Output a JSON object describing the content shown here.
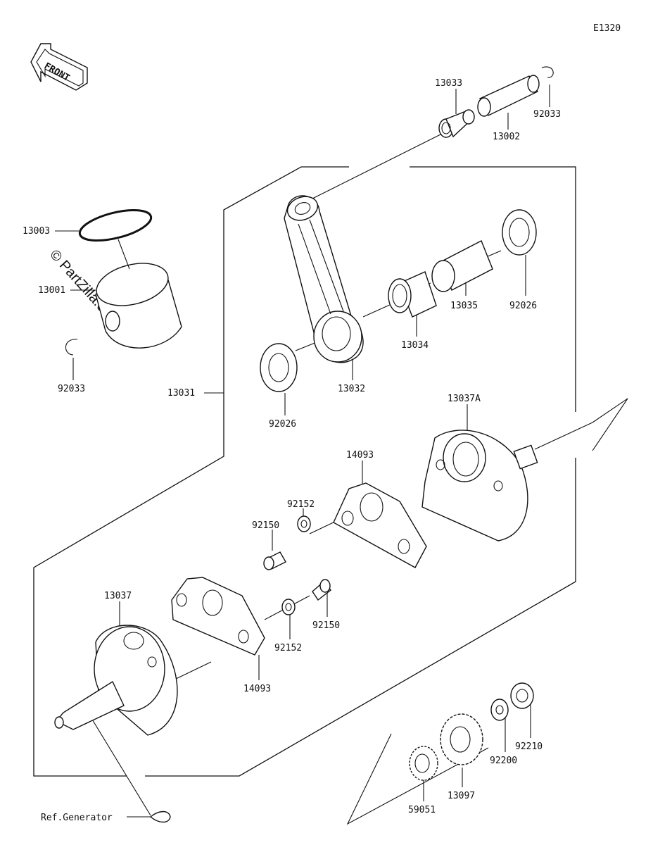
{
  "diagram": {
    "code": "E1320",
    "front_label": "FRONT",
    "watermark": "© PartZilla.com",
    "ref_label": "Ref.Generator"
  },
  "parts": {
    "p13033": "13033",
    "p13002": "13002",
    "p92033_top": "92033",
    "p13003": "13003",
    "p13001": "13001",
    "p92033_left": "92033",
    "p13031": "13031",
    "p92026_right": "92026",
    "p13035": "13035",
    "p13034": "13034",
    "p13032": "13032",
    "p92026_left": "92026",
    "p13037A": "13037A",
    "p14093_top": "14093",
    "p92152_top": "92152",
    "p92150_top": "92150",
    "p13037": "13037",
    "p92150_bot": "92150",
    "p92152_bot": "92152",
    "p14093_bot": "14093",
    "p92210": "92210",
    "p92200": "92200",
    "p13097": "13097",
    "p59051": "59051"
  }
}
